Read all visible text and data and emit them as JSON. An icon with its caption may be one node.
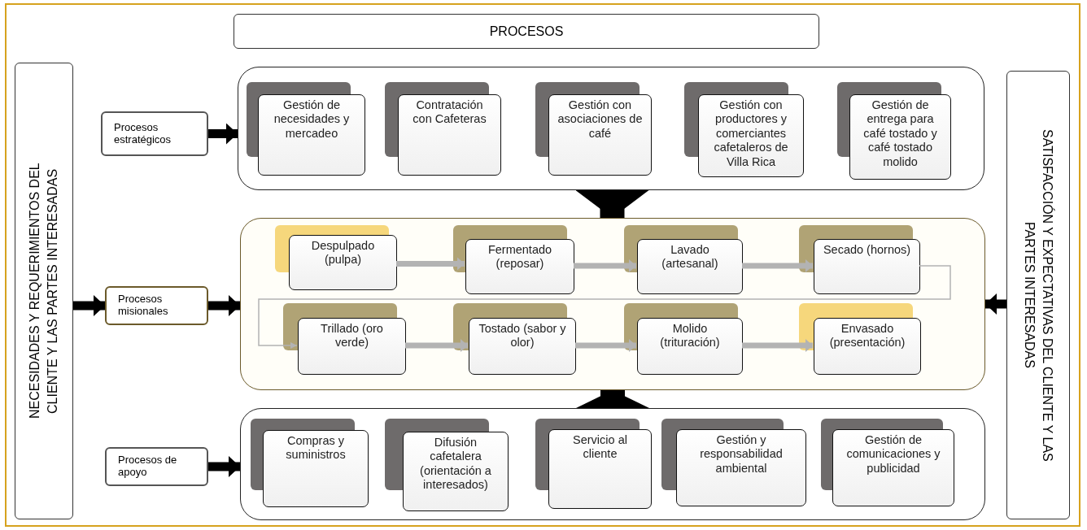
{
  "diagram": {
    "nodes": [
      {
        "text": [
          "PROCESOS"
        ]
      },
      {
        "text": [
          "NECESIDADES Y REQUERIMIENTOS DEL CLIENTE Y LAS PARTES INTERESADAS"
        ]
      },
      {
        "text": [
          "SATISFACCIÓN Y EXPECTATIVAS DEL CLIENTE Y LAS PARTES INTERESADAS"
        ]
      },
      {
        "text": [
          "Procesos estratégicos"
        ]
      },
      {
        "text": [],
        "shape": "box"
      },
      {
        "text": [
          "Gestión de necesidades y mercadeo"
        ],
        "in": 4
      },
      {
        "text": [
          "Contratación con Cafeteras"
        ],
        "in": 4
      },
      {
        "text": [
          "Gestión con asociaciones de café"
        ],
        "in": 4
      },
      {
        "text": [
          "Gestión con productores y comerciantes cafetaleros de Villa Rica"
        ],
        "in": 4
      },
      {
        "text": [
          "Gestión de entrega para café tostado y café tostado molido"
        ],
        "in": 4
      },
      {
        "text": [
          "Procesos misionales"
        ]
      },
      {
        "text": [],
        "shape": "box"
      },
      {
        "text": [
          "Despulpado (pulpa)"
        ],
        "in": 11
      },
      {
        "text": [
          "Fermentado (reposar)"
        ],
        "in": 11
      },
      {
        "text": [
          "Lavado (artesanal)"
        ],
        "in": 11
      },
      {
        "text": [
          "Secado (hornos)"
        ],
        "in": 11
      },
      {
        "text": [
          "Trillado (oro verde)"
        ],
        "in": 11
      },
      {
        "text": [
          "Tostado (sabor y olor)"
        ],
        "in": 11
      },
      {
        "text": [
          "Molido (trituración)"
        ],
        "in": 11
      },
      {
        "text": [
          "Envasado (presentación)"
        ],
        "in": 11
      },
      {
        "text": [
          "Procesos de apoyo"
        ]
      },
      {
        "text": [],
        "shape": "box"
      },
      {
        "text": [
          "Compras y suministros"
        ],
        "in": 21
      },
      {
        "text": [
          "Difusión cafetalera (orientación a interesados)"
        ],
        "in": 21
      },
      {
        "text": [
          "Servicio al cliente"
        ],
        "in": 21
      },
      {
        "text": [
          "Gestión y responsabilidad ambiental"
        ],
        "in": 21
      },
      {
        "text": [
          "Gestión de comunicaciones y publicidad"
        ],
        "in": 21
      }
    ],
    "edges": [
      {
        "from": 1,
        "to": 10,
        "arrow": "to"
      },
      {
        "from": 2,
        "to": 11,
        "arrow": "to"
      },
      {
        "from": 3,
        "to": 4,
        "arrow": "to"
      },
      {
        "from": 10,
        "to": 11,
        "arrow": "to"
      },
      {
        "from": 20,
        "to": 21,
        "arrow": "to"
      },
      {
        "from": 4,
        "to": 11,
        "arrow": "to",
        "style": "thick"
      },
      {
        "from": 21,
        "to": 11,
        "arrow": "to",
        "style": "thick"
      },
      {
        "from": 12,
        "to": 13,
        "arrow": "to",
        "color": "#b3b3b3"
      },
      {
        "from": 13,
        "to": 14,
        "arrow": "to",
        "color": "#b3b3b3"
      },
      {
        "from": 14,
        "to": 15,
        "arrow": "to",
        "color": "#b3b3b3"
      },
      {
        "from": 15,
        "to": 16,
        "arrow": "to",
        "color": "#b3b3b3"
      },
      {
        "from": 16,
        "to": 17,
        "arrow": "to",
        "color": "#b3b3b3"
      },
      {
        "from": 17,
        "to": 18,
        "arrow": "to",
        "color": "#b3b3b3"
      },
      {
        "from": 18,
        "to": 19,
        "arrow": "to",
        "color": "#b3b3b3"
      }
    ]
  }
}
